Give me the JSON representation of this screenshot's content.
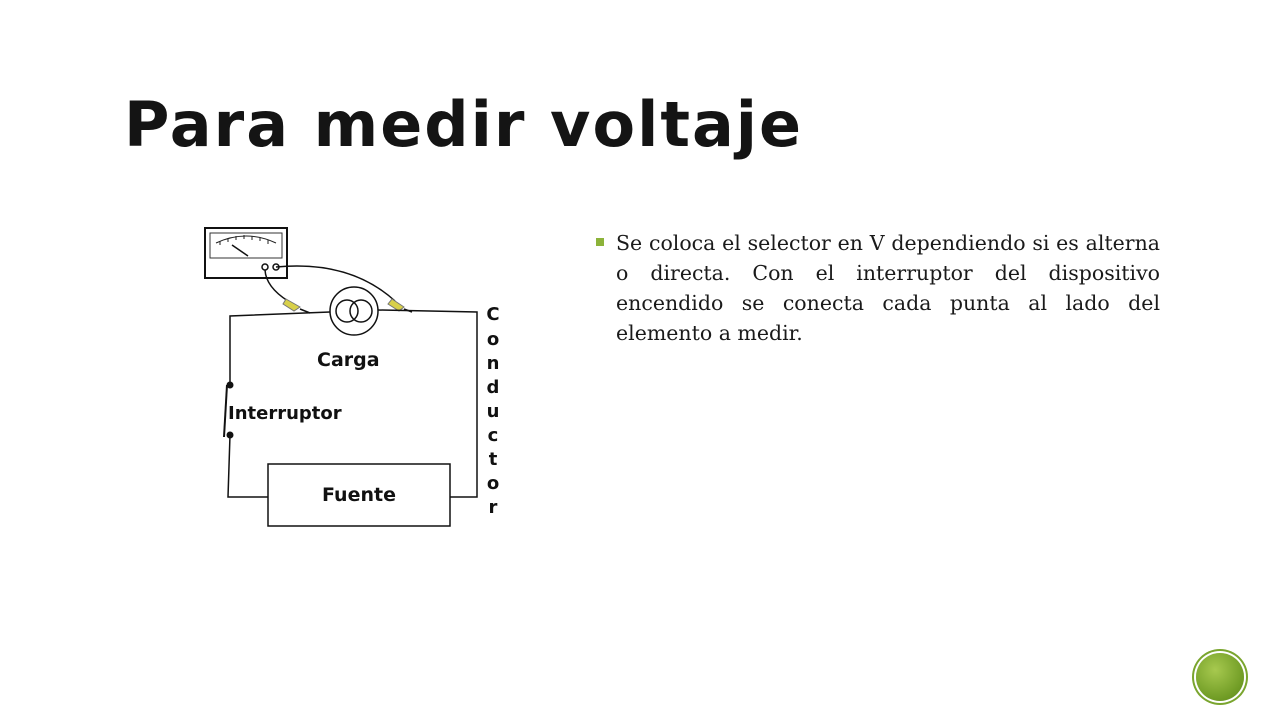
{
  "slide": {
    "title": "Para medir voltaje",
    "bullets": [
      "Se coloca el selector en V dependiendo si es alterna o directa. Con el interruptor del dispositivo encendido se conecta cada punta al lado del elemento a medir."
    ]
  },
  "diagram": {
    "labels": {
      "load": "Carga",
      "switch": "Interruptor",
      "source": "Fuente",
      "conductor_letters": [
        "C",
        "o",
        "n",
        "d",
        "u",
        "c",
        "t",
        "o",
        "r"
      ]
    }
  },
  "colors": {
    "accent": "#8cb33a",
    "probe_tip": "#d8d04a"
  },
  "icons": {
    "nav_badge": "green-circle-badge-icon"
  }
}
